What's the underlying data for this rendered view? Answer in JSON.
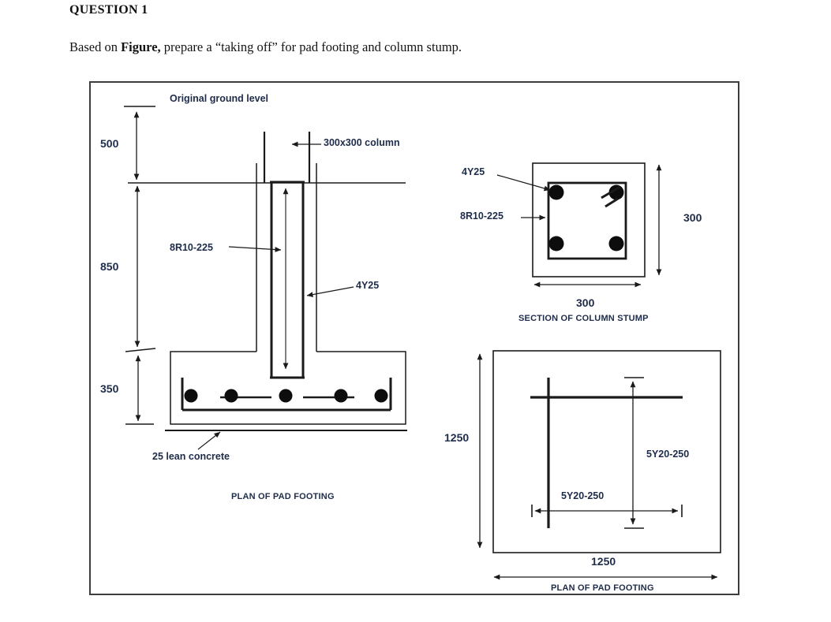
{
  "question": {
    "title": "QUESTION 1",
    "body_prefix": "Based on ",
    "body_bold": "Figure,",
    "body_suffix": " prepare a “taking off” for pad footing and column stump."
  },
  "section_view": {
    "ground_label": "Original ground level",
    "column_label": "300x300 column",
    "dim_upper": "500",
    "dim_middle": "850",
    "dim_lower": "350",
    "links_label": "8R10-225",
    "bars_label": "4Y25",
    "lean_label": "25 lean concrete",
    "caption": "PLAN OF PAD FOOTING"
  },
  "column_stump_section": {
    "bars_label": "4Y25",
    "links_label": "8R10-225",
    "dim_height": "300",
    "dim_width": "300",
    "caption": "SECTION OF COLUMN STUMP"
  },
  "pad_footing_plan": {
    "dim_left": "1250",
    "dim_bottom": "1250",
    "rebar_label_vertical": "5Y20-250",
    "rebar_label_horizontal": "5Y20-250",
    "caption": "PLAN OF PAD FOOTING"
  },
  "colors": {
    "label_text": "#1e2c4a",
    "line": "#1a1a1a",
    "panel_border": "#3d3d3d"
  }
}
